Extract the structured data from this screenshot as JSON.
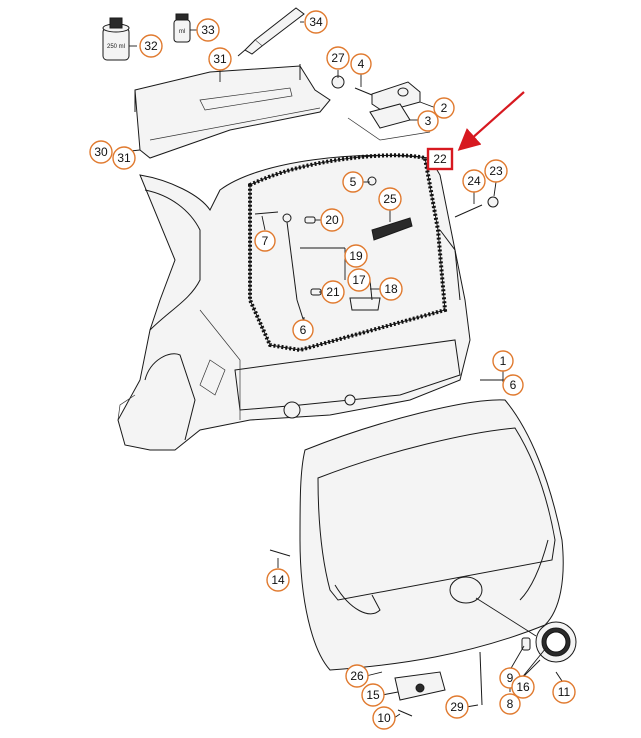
{
  "diagram": {
    "callouts": {
      "c1": "1",
      "c2": "2",
      "c3": "3",
      "c4": "4",
      "c5": "5",
      "c6a": "6",
      "c6b": "6",
      "c7": "7",
      "c8": "8",
      "c9": "9",
      "c10": "10",
      "c11": "11",
      "c14": "14",
      "c15": "15",
      "c16": "16",
      "c17": "17",
      "c18": "18",
      "c19": "19",
      "c20": "20",
      "c21": "21",
      "c23": "23",
      "c24": "24",
      "c25": "25",
      "c26": "26",
      "c27": "27",
      "c29": "29",
      "c30": "30",
      "c31a": "31",
      "c31b": "31",
      "c32": "32",
      "c33": "33",
      "c34": "34"
    },
    "highlighted_callout": "22",
    "labels": {
      "bottle": "250 ml",
      "jar": "ml"
    },
    "colors": {
      "callout_ring": "#e07a2f",
      "highlight": "#d71920"
    }
  }
}
